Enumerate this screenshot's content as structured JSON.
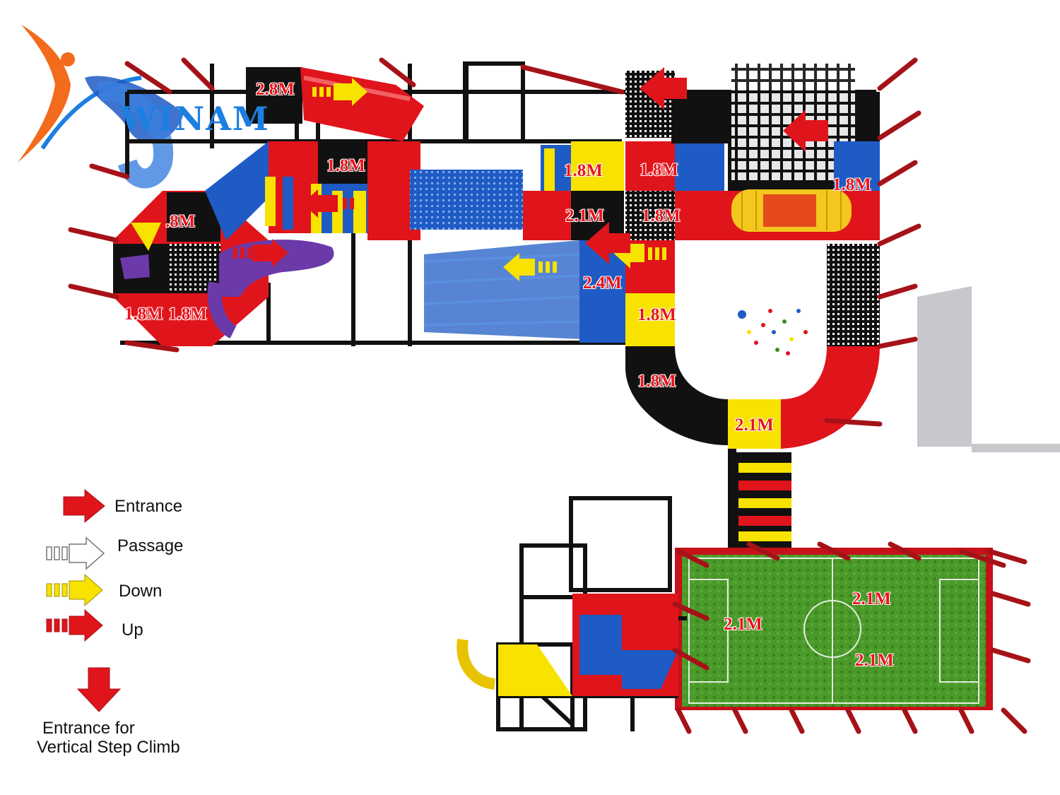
{
  "logo": {
    "brand": "WINAM"
  },
  "height_labels": [
    {
      "id": "h1",
      "text": "2.8M"
    },
    {
      "id": "h2",
      "text": "1.8M"
    },
    {
      "id": "h3",
      "text": "1.8M"
    },
    {
      "id": "h4",
      "text": "1.8M"
    },
    {
      "id": "h5",
      "text": "1.8M"
    },
    {
      "id": "h6",
      "text": ".8M"
    },
    {
      "id": "h7",
      "text": "2.1M"
    },
    {
      "id": "h8",
      "text": "1.8M"
    },
    {
      "id": "h9",
      "text": "2.4M"
    },
    {
      "id": "h10",
      "text": "1.8M"
    },
    {
      "id": "h11",
      "text": "1.8M"
    },
    {
      "id": "h12",
      "text": "1.8M"
    },
    {
      "id": "h13",
      "text": "1.8M"
    },
    {
      "id": "h14",
      "text": "2.1M"
    },
    {
      "id": "h15",
      "text": "2.1M"
    },
    {
      "id": "h16",
      "text": "2.1M"
    },
    {
      "id": "h17",
      "text": "2.1M"
    }
  ],
  "legend": {
    "entrance": "Entrance",
    "passage": "Passage",
    "down": "Down",
    "up": "Up",
    "vertical_line1": "Entrance for",
    "vertical_line2": "Vertical Step Climb"
  },
  "colors": {
    "red": "#e0141b",
    "yellow": "#f7e200",
    "blue": "#1f5bc4",
    "black": "#111111",
    "green": "#3f8a22",
    "purple": "#6b3aa8",
    "label": "#e8141c"
  }
}
